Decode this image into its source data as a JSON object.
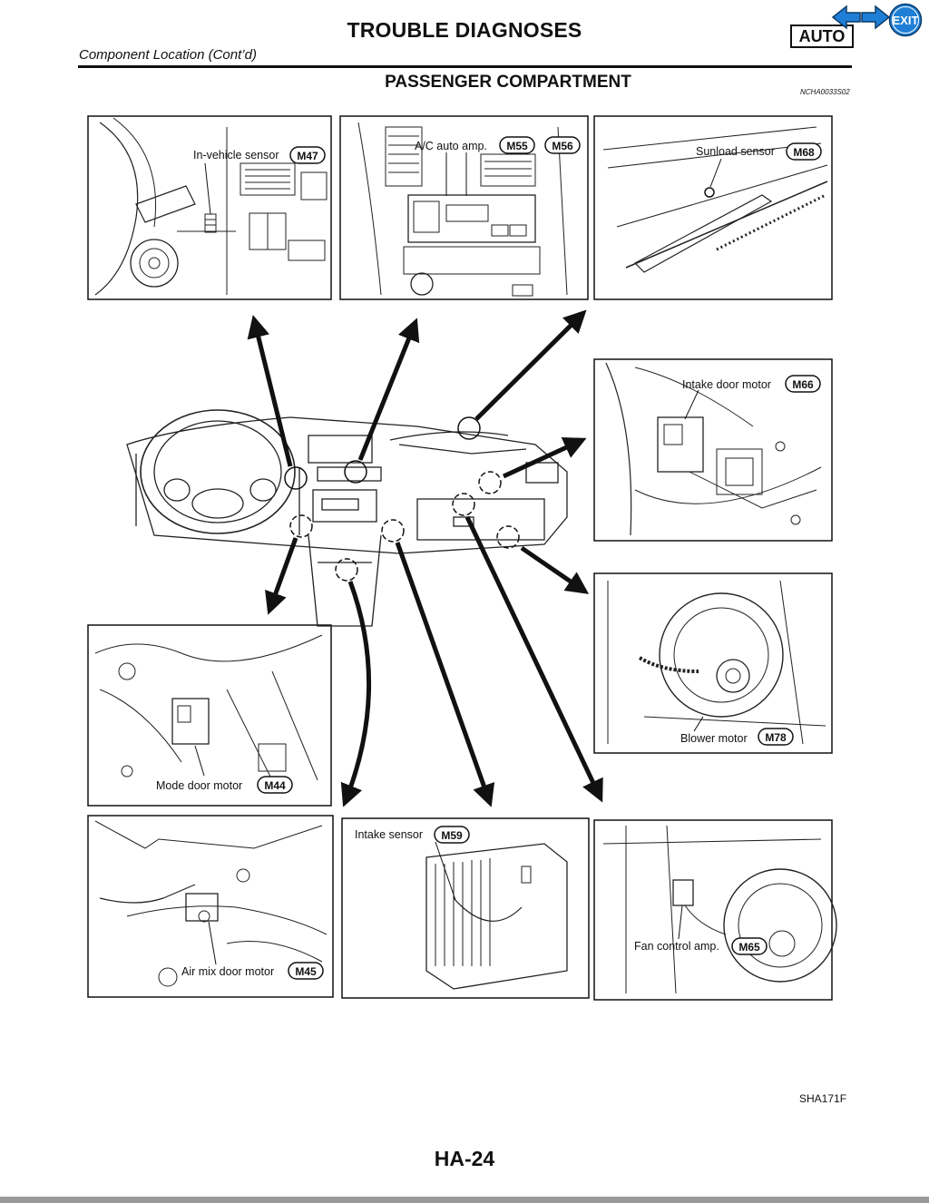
{
  "header": {
    "title": "TROUBLE DIAGNOSES",
    "section_subtitle": "Component Location (Cont’d)",
    "badge": "AUTO",
    "exit_label": "EXIT"
  },
  "section": {
    "title": "PASSENGER COMPARTMENT",
    "ref_code": "NCHA0033S02"
  },
  "panels": [
    {
      "label": "In-vehicle sensor",
      "connectors": [
        "M47"
      ]
    },
    {
      "label": "A/C auto amp.",
      "connectors": [
        "M55",
        "M56"
      ]
    },
    {
      "label": "Sunload sensor",
      "connectors": [
        "M68"
      ]
    },
    {
      "label": "Intake door motor",
      "connectors": [
        "M66"
      ]
    },
    {
      "label": "Blower motor",
      "connectors": [
        "M78"
      ]
    },
    {
      "label": "Mode door motor",
      "connectors": [
        "M44"
      ]
    },
    {
      "label": "Air mix door motor",
      "connectors": [
        "M45"
      ]
    },
    {
      "label": "Intake sensor",
      "connectors": [
        "M59"
      ]
    },
    {
      "label": "Fan control amp.",
      "connectors": [
        "M65"
      ]
    }
  ],
  "figure_code": "SHA171F",
  "page_number": "HA-24",
  "colors": {
    "nav_blue": "#1f7fd6",
    "ink": "#111111"
  },
  "icons": [
    "back-arrow-icon",
    "forward-arrow-icon",
    "exit-icon"
  ]
}
